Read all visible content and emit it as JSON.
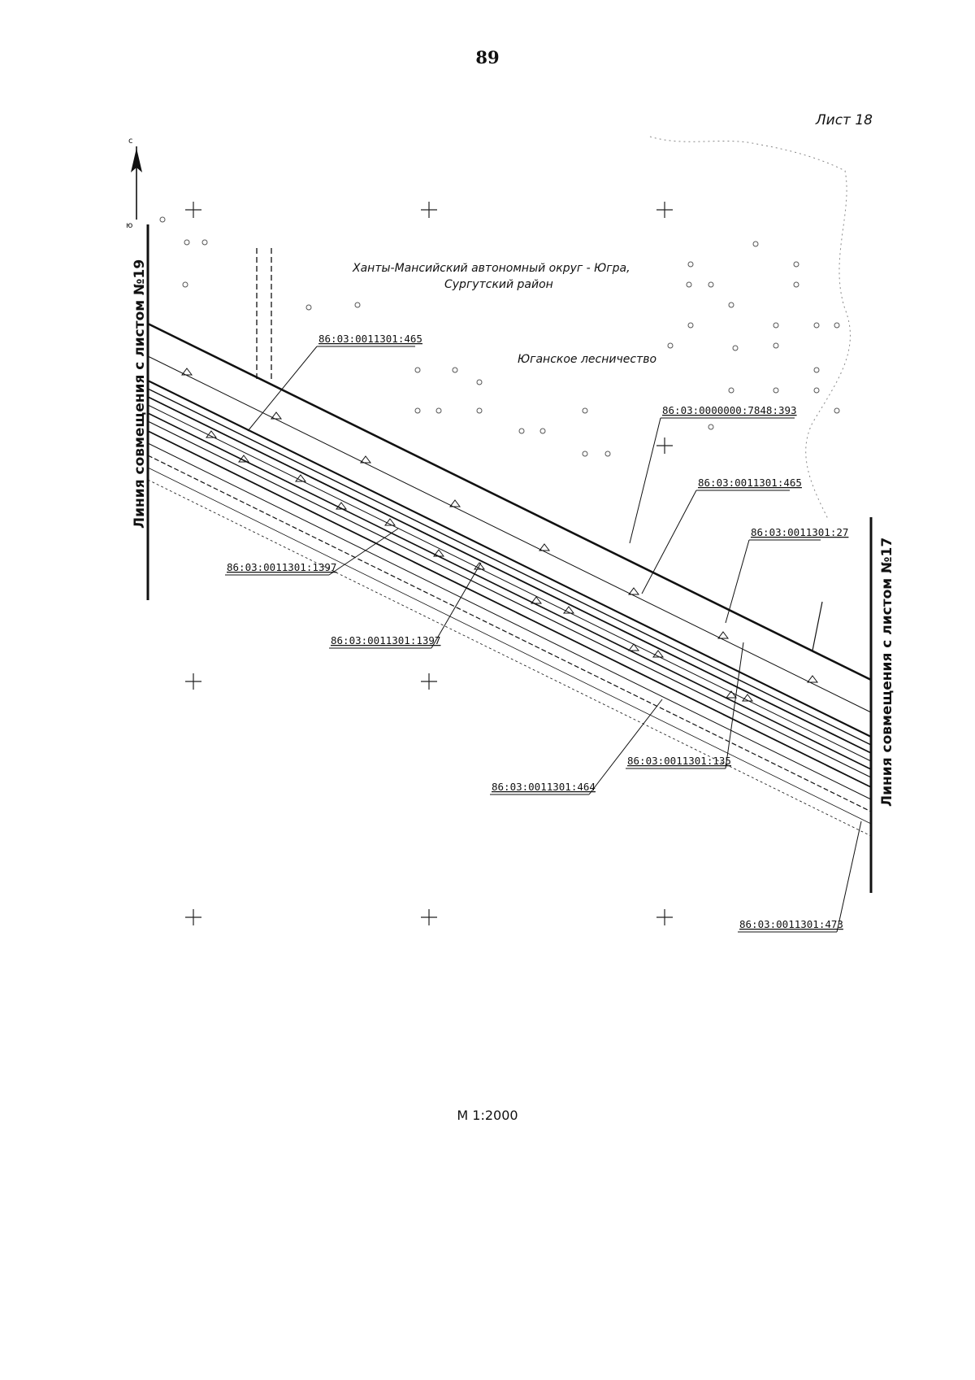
{
  "page": {
    "number": "89",
    "sheet": "Лист 18",
    "scale": "М 1:2000"
  },
  "map": {
    "region_line1": "Ханты-Мансийский автономный округ - Югра,",
    "region_line2": "Сургутский район",
    "forestry": "Юганское лесничество",
    "left_match_line": "Линия совмещения с листом №19",
    "right_match_line": "Линия совмещения с листом №17",
    "north_icon": "north-arrow-icon",
    "parcels": [
      "86:03:0011301:465",
      "86:03:0000000:7848:393",
      "86:03:0011301:465",
      "86:03:0011301:27",
      "86:03:0011301:1397",
      "86:03:0011301:1397",
      "86:03:0011301:135",
      "86:03:0011301:464",
      "86:03:0011301:473"
    ]
  }
}
